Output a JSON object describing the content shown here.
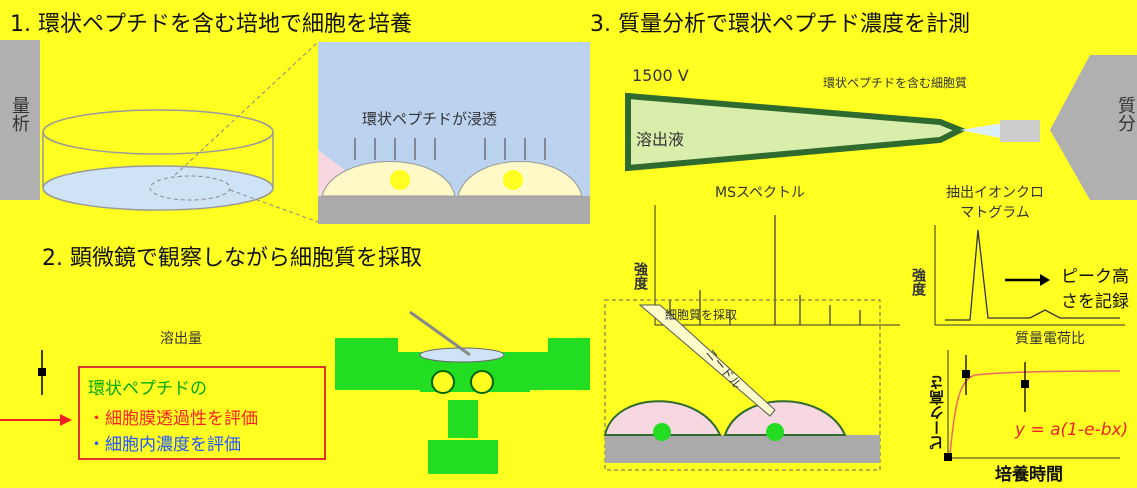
{
  "headings": {
    "step1": "1. 環状ペプチドを含む培地で細胞を培養",
    "step2": "2. 顕微鏡で観察しながら細胞質を採取",
    "step3": "3. 質量分析で環状ペプチド濃度を計測"
  },
  "left_device_label": "量析",
  "right_device_label": "質分",
  "cell_panel": {
    "label": "環状ペプチドが浸透"
  },
  "ms_setup": {
    "voltage": "1500 V",
    "eluent": "溶出液",
    "cytoplasm_label": "環状ペプチドを含む細胞質"
  },
  "spectra": {
    "ms_title": "MSスペクトル",
    "xic_title": "抽出イオンクロマトグラム",
    "ylabel": "強度",
    "record_note": "ピーク高さを記録",
    "x_label_left": "溶出量",
    "x_label_right": "質量電荷比"
  },
  "needle": {
    "label": "ニードル",
    "tip_label": "細胞質を採取"
  },
  "evaluation_box": {
    "title": "環状ペプチドの",
    "item1": "・細胞膜透過性を評価",
    "item2": "・細胞内濃度を評価",
    "colors": {
      "title": "#00aa00",
      "item1": "#ff2222",
      "item2": "#2255ff",
      "border": "#dd3333"
    }
  },
  "fit_plot": {
    "ylabel": "ピーク高さ",
    "xlabel": "培養時間",
    "equation": "y = a(1-e-bx)"
  },
  "colors": {
    "background": "#ffff22",
    "microscope": "#22dd22",
    "cell_medium": "#bcd3f0",
    "cell_pink": "#f7d8e0",
    "eluent_fill": "#d8eeaa",
    "capillary_dark": "#2f6b2f",
    "device_gray": "#b0b0b0"
  }
}
